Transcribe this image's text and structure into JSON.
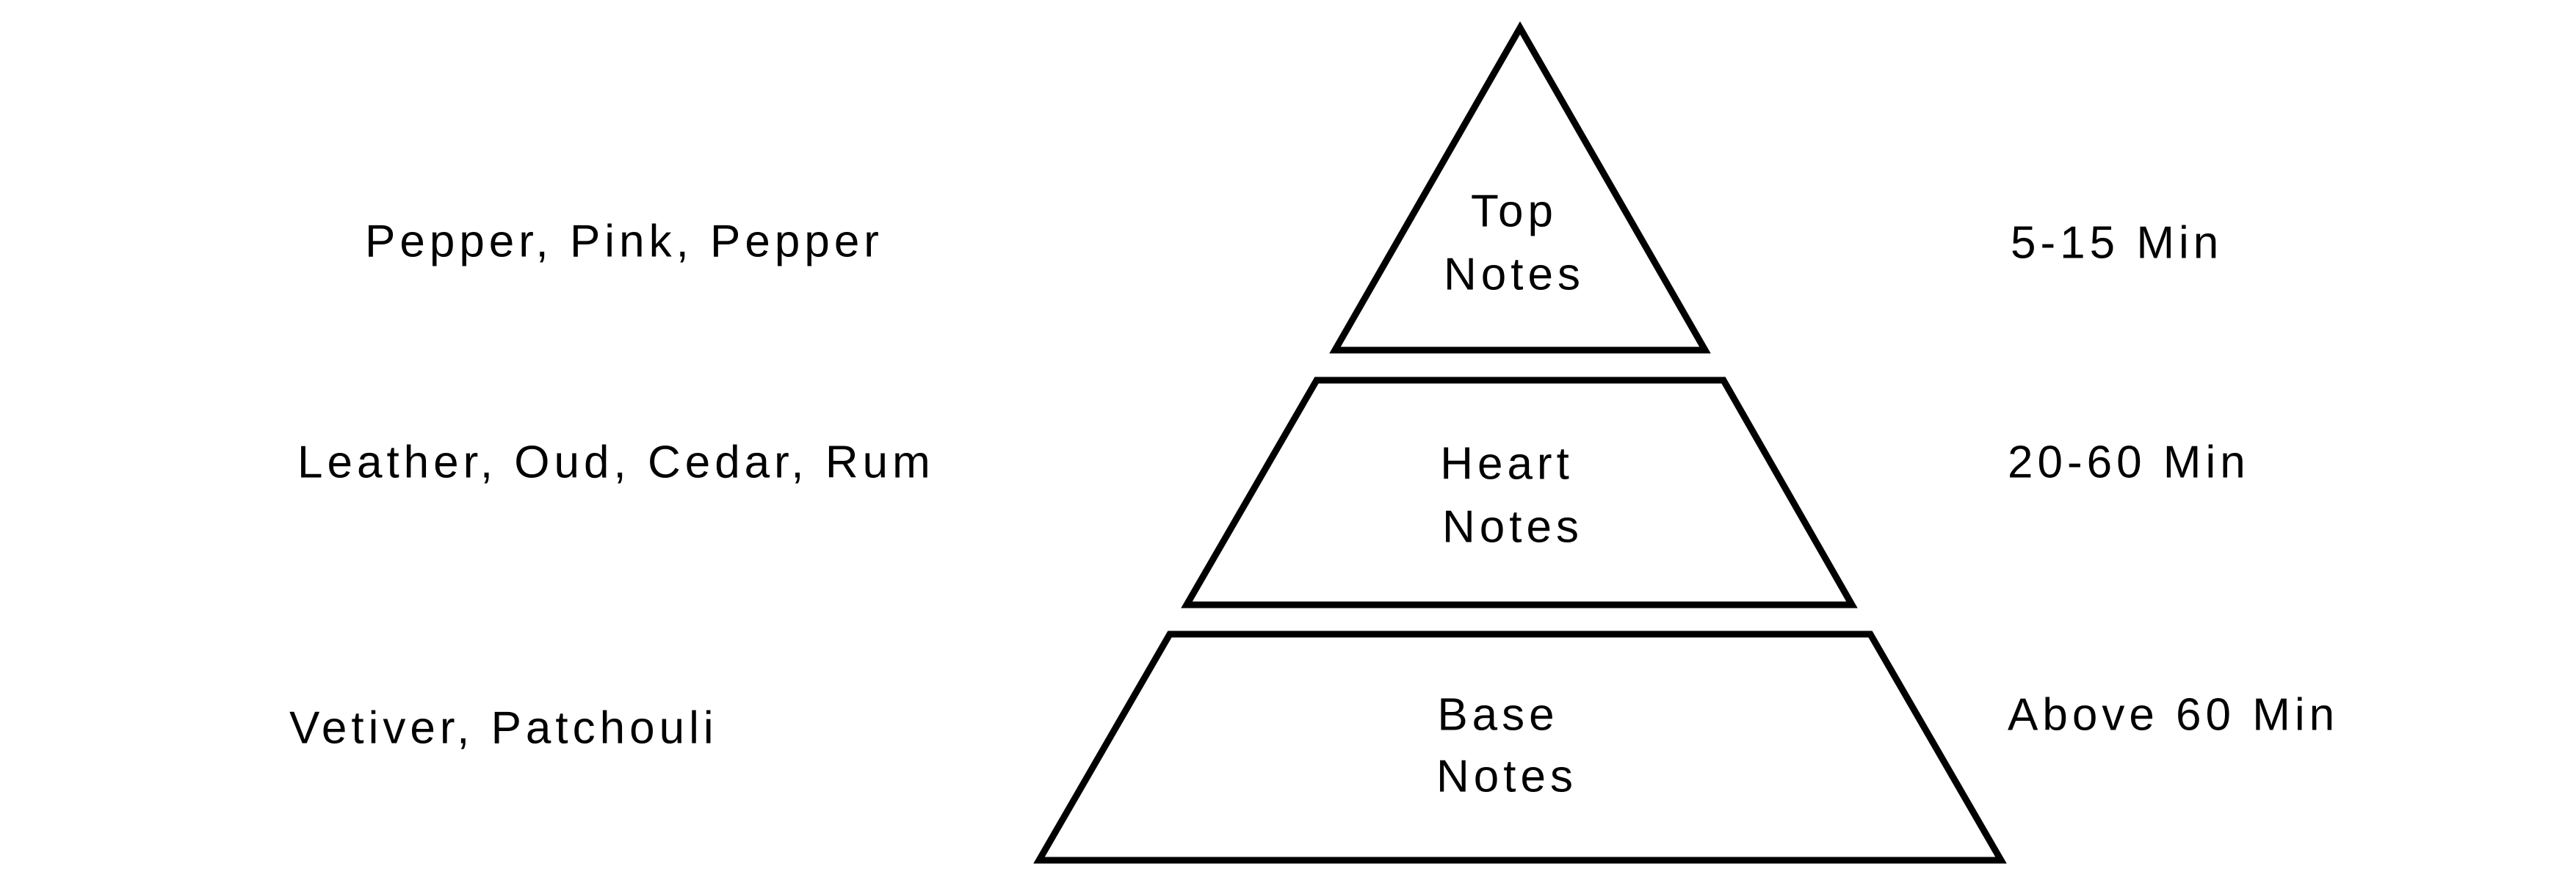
{
  "tiers": [
    {
      "label_line1": "Top",
      "label_line2": "Notes",
      "ingredients": "Pepper, Pink, Pepper",
      "duration": "5-15 Min"
    },
    {
      "label_line1": "Heart",
      "label_line2": "Notes",
      "ingredients": "Leather, Oud, Cedar, Rum",
      "duration": "20-60 Min"
    },
    {
      "label_line1": "Base",
      "label_line2": "Notes",
      "ingredients": "Vetiver, Patchouli",
      "duration": "Above 60 Min"
    }
  ],
  "colors": {
    "stroke": "#000000",
    "background": "#ffffff"
  }
}
